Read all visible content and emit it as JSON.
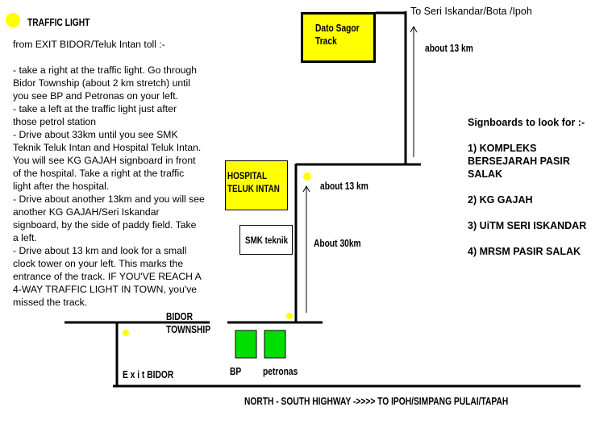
{
  "legend": {
    "traffic_light_label": "TRAFFIC LIGHT",
    "traffic_light_color": "#ffff00"
  },
  "directions": {
    "lines": [
      "from EXIT BIDOR/Teluk Intan toll :-",
      "",
      "- take a right at the traffic light. Go through",
      "Bidor Township (about 2 km stretch) until",
      "you see BP and Petronas on your left.",
      "- take a left at the traffic light just after",
      "those petrol station",
      "- Drive about 33km until you see SMK",
      "Teknik Teluk Intan and Hospital Teluk Intan.",
      "You will see KG GAJAH signboard in front",
      "of the hospital. Take a right at the traffic",
      "light after the hospital.",
      "- Drive about another 13km and you will see",
      "another KG GAJAH/Seri Iskandar",
      "signboard, by the side of paddy field. Take",
      "a left.",
      "- Drive about 13 km and look for a small",
      "clock tower on your left. This marks the",
      "entrance of the track. IF YOU'VE REACH A",
      "4-WAY TRAFFIC LIGHT IN TOWN, you've",
      "missed the track."
    ]
  },
  "signboards": {
    "title": "Signboards to look for :-",
    "items": [
      "1) KOMPLEKS",
      "BERSEJARAH PASIR",
      "SALAK",
      "",
      "2) KG GAJAH",
      "",
      "3) UiTM SERI ISKANDAR",
      "",
      "4) MRSM PASIR SALAK"
    ]
  },
  "places": {
    "dato_sagor_line1": "Dato Sagor",
    "dato_sagor_line2": "Track",
    "hospital_line1": "HOSPITAL",
    "hospital_line2": "TELUK INTAN",
    "smk": "SMK  teknik",
    "bidor_line1": "BIDOR",
    "bidor_line2": "TOWNSHIP",
    "exit": "E x i t  BIDOR",
    "bp": "BP",
    "petronas": "petronas",
    "to_seri": "To Seri Iskandar/Bota  /Ipoh",
    "highway": "NORTH - SOUTH HIGHWAY ->>>> TO IPOH/SIMPANG PULAI/TAPAH"
  },
  "distances": {
    "d1": "about 13 km",
    "d2": "about 13 km",
    "d3": "About 30km"
  },
  "colors": {
    "track_box": "#ffff00",
    "hospital_box": "#ffff00",
    "station": "#00dd00",
    "road": "#000000"
  }
}
